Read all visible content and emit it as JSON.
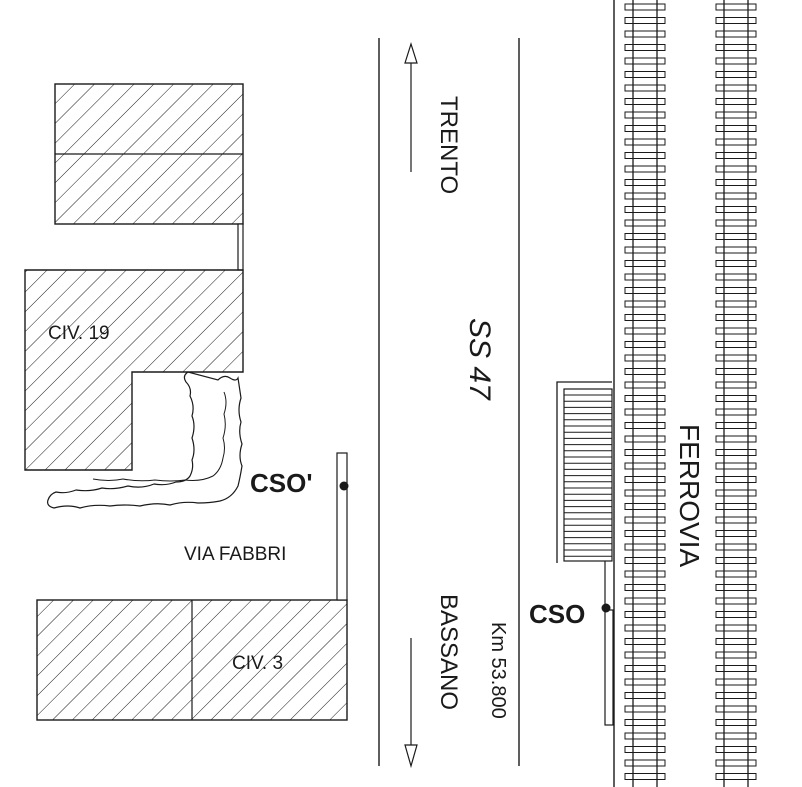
{
  "labels": {
    "trento": "TRENTO",
    "bassano": "BASSANO",
    "road": "SS 47",
    "km": "Km 53.800",
    "railway": "FERROVIA",
    "street": "VIA FABBRI",
    "civ19": "CIV. 19",
    "civ3": "CIV. 3",
    "cso_prime": "CSO'",
    "cso": "CSO"
  },
  "colors": {
    "ink": "#1a1a1a",
    "background": "#ffffff"
  }
}
